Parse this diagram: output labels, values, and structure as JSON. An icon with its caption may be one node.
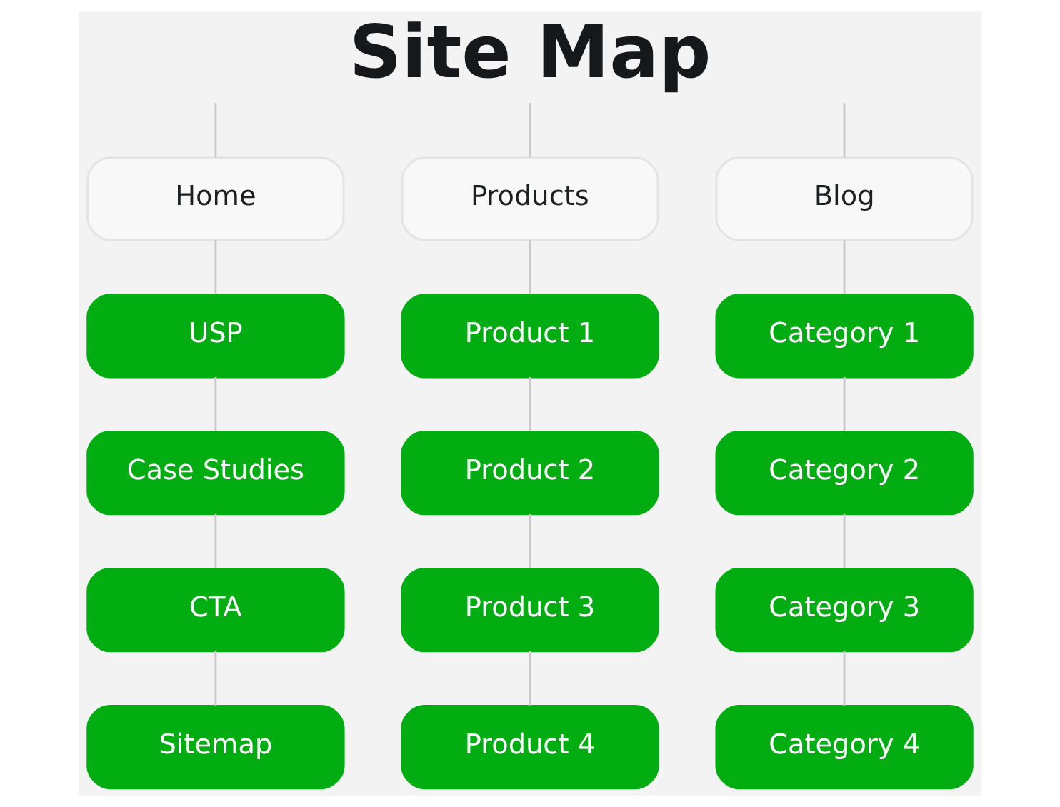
{
  "diagram": {
    "nodes": [
      {
        "text": [
          "Site Map"
        ]
      },
      {
        "text": [
          "Home"
        ]
      },
      {
        "text": [
          "Products"
        ]
      },
      {
        "text": [
          "Blog"
        ]
      },
      {
        "text": [
          "USP"
        ]
      },
      {
        "text": [
          "Product 1"
        ]
      },
      {
        "text": [
          "Category 1"
        ]
      },
      {
        "text": [
          "Case Studies"
        ]
      },
      {
        "text": [
          "Product 2"
        ]
      },
      {
        "text": [
          "Category 2"
        ]
      },
      {
        "text": [
          "CTA"
        ]
      },
      {
        "text": [
          "Product 3"
        ]
      },
      {
        "text": [
          "Category 3"
        ]
      },
      {
        "text": [
          "Sitemap"
        ]
      },
      {
        "text": [
          "Product 4"
        ]
      },
      {
        "text": [
          "Category 4"
        ]
      }
    ],
    "edges": [
      {
        "from": 0,
        "to": 1,
        "arrow": "none"
      },
      {
        "from": 0,
        "to": 2,
        "arrow": "none"
      },
      {
        "from": 0,
        "to": 3,
        "arrow": "none"
      },
      {
        "from": 1,
        "to": 4,
        "arrow": "none"
      },
      {
        "from": 4,
        "to": 7,
        "arrow": "none"
      },
      {
        "from": 7,
        "to": 10,
        "arrow": "none"
      },
      {
        "from": 10,
        "to": 13,
        "arrow": "none"
      },
      {
        "from": 2,
        "to": 5,
        "arrow": "none"
      },
      {
        "from": 5,
        "to": 8,
        "arrow": "none"
      },
      {
        "from": 8,
        "to": 11,
        "arrow": "none"
      },
      {
        "from": 11,
        "to": 14,
        "arrow": "none"
      },
      {
        "from": 3,
        "to": 6,
        "arrow": "none"
      },
      {
        "from": 6,
        "to": 9,
        "arrow": "none"
      },
      {
        "from": 9,
        "to": 12,
        "arrow": "none"
      },
      {
        "from": 12,
        "to": 15,
        "arrow": "none"
      }
    ]
  }
}
